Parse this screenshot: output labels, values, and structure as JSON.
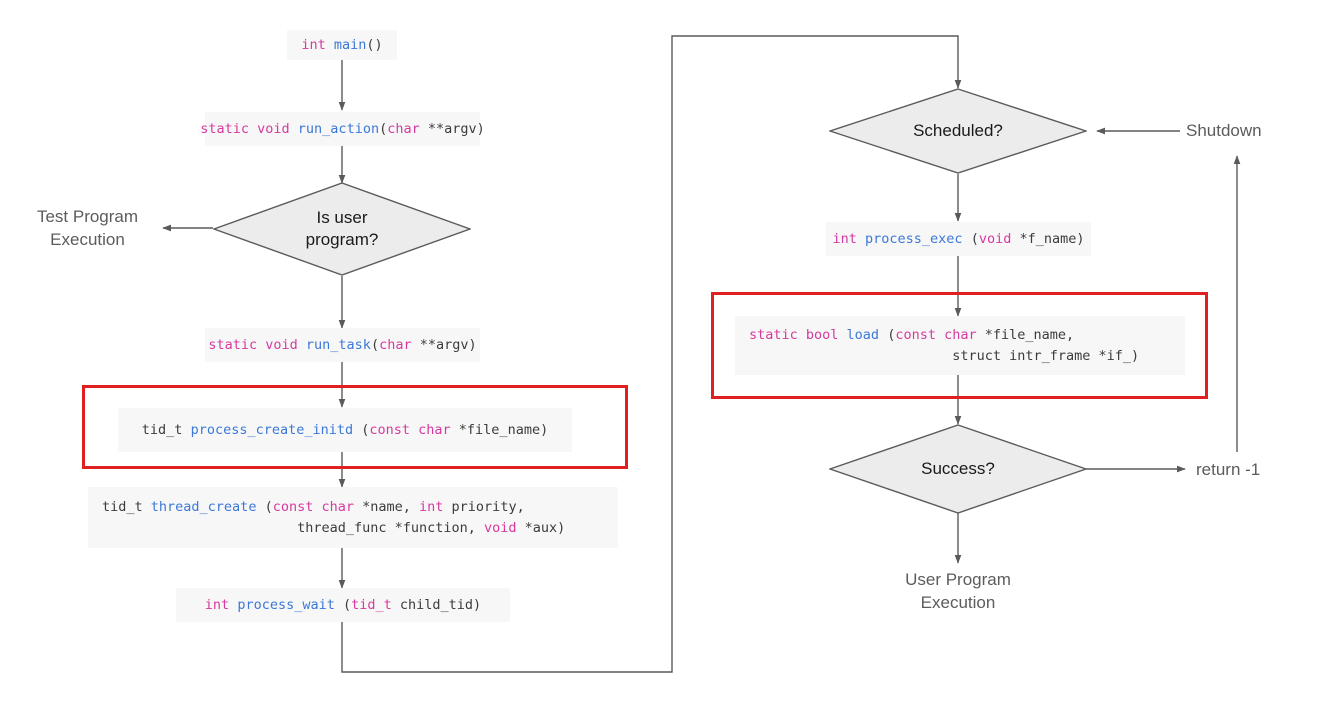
{
  "diagram": {
    "title": "PintOS process execution flowchart",
    "colors": {
      "code_box_bg": "#f7f7f7",
      "shape_fill": "#ececec",
      "shape_stroke": "#5a5a5a",
      "edge_stroke": "#5a5a5a",
      "highlight_border": "#e02020",
      "keyword": "#d63aa0",
      "function": "#3b78d8",
      "identifier": "#3c3c3c",
      "plain_text": "#5c5c5c"
    }
  },
  "nodes": {
    "main": {
      "text": "int main()",
      "tokens": [
        {
          "t": "int ",
          "c": "kw"
        },
        {
          "t": "main",
          "c": "fn"
        },
        {
          "t": "()",
          "c": "id"
        }
      ]
    },
    "run_action": {
      "text": "static void run_action(char **argv)",
      "tokens": [
        {
          "t": "static void ",
          "c": "kw"
        },
        {
          "t": "run_action",
          "c": "fn"
        },
        {
          "t": "(",
          "c": "id"
        },
        {
          "t": "char ",
          "c": "kw"
        },
        {
          "t": "**argv)",
          "c": "id"
        }
      ]
    },
    "is_user_program": {
      "text": "Is user\nprogram?",
      "shape": "diamond"
    },
    "test_program_execution": {
      "text": "Test Program\nExecution"
    },
    "run_task": {
      "text": "static void run_task(char **argv)",
      "tokens": [
        {
          "t": "static void ",
          "c": "kw"
        },
        {
          "t": "run_task",
          "c": "fn"
        },
        {
          "t": "(",
          "c": "id"
        },
        {
          "t": "char ",
          "c": "kw"
        },
        {
          "t": "**argv)",
          "c": "id"
        }
      ]
    },
    "process_create_initd": {
      "text": "tid_t process_create_initd (const char *file_name)",
      "highlighted": true,
      "tokens": [
        {
          "t": "tid_t ",
          "c": "id"
        },
        {
          "t": "process_create_initd",
          "c": "fn"
        },
        {
          "t": " (",
          "c": "id"
        },
        {
          "t": "const char ",
          "c": "kw"
        },
        {
          "t": "*file_name)",
          "c": "id"
        }
      ]
    },
    "thread_create": {
      "text": "tid_t thread_create (const char *name, int priority,\n                        thread_func *function, void *aux)",
      "lines": [
        [
          {
            "t": "tid_t ",
            "c": "id"
          },
          {
            "t": "thread_create",
            "c": "fn"
          },
          {
            "t": " (",
            "c": "id"
          },
          {
            "t": "const char ",
            "c": "kw"
          },
          {
            "t": "*name, ",
            "c": "id"
          },
          {
            "t": "int ",
            "c": "kw"
          },
          {
            "t": "priority,",
            "c": "id"
          }
        ],
        [
          {
            "t": "                        thread_func *function, ",
            "c": "id"
          },
          {
            "t": "void ",
            "c": "kw"
          },
          {
            "t": "*aux)",
            "c": "id"
          }
        ]
      ]
    },
    "process_wait": {
      "text": "int process_wait (tid_t child_tid)",
      "tokens": [
        {
          "t": "int ",
          "c": "kw"
        },
        {
          "t": "process_wait",
          "c": "fn"
        },
        {
          "t": " (",
          "c": "id"
        },
        {
          "t": "tid_t ",
          "c": "kw"
        },
        {
          "t": "child_tid)",
          "c": "id"
        }
      ]
    },
    "scheduled": {
      "text": "Scheduled?",
      "shape": "diamond"
    },
    "shutdown": {
      "text": "Shutdown"
    },
    "process_exec": {
      "text": "int process_exec (void *f_name)",
      "tokens": [
        {
          "t": "int ",
          "c": "kw"
        },
        {
          "t": "process_exec",
          "c": "fn"
        },
        {
          "t": " (",
          "c": "id"
        },
        {
          "t": "void ",
          "c": "kw"
        },
        {
          "t": "*f_name)",
          "c": "id"
        }
      ]
    },
    "load": {
      "text": "static bool load (const char *file_name,\n                         struct intr_frame *if_)",
      "highlighted": true,
      "lines": [
        [
          {
            "t": "static bool ",
            "c": "kw"
          },
          {
            "t": "load",
            "c": "fn"
          },
          {
            "t": " (",
            "c": "id"
          },
          {
            "t": "const char ",
            "c": "kw"
          },
          {
            "t": "*file_name,",
            "c": "id"
          }
        ],
        [
          {
            "t": "                         struct intr_frame *if_)",
            "c": "id"
          }
        ]
      ]
    },
    "success": {
      "text": "Success?",
      "shape": "diamond"
    },
    "return_minus_one": {
      "text": "return -1"
    },
    "user_program_execution": {
      "text": "User Program\nExecution"
    }
  }
}
